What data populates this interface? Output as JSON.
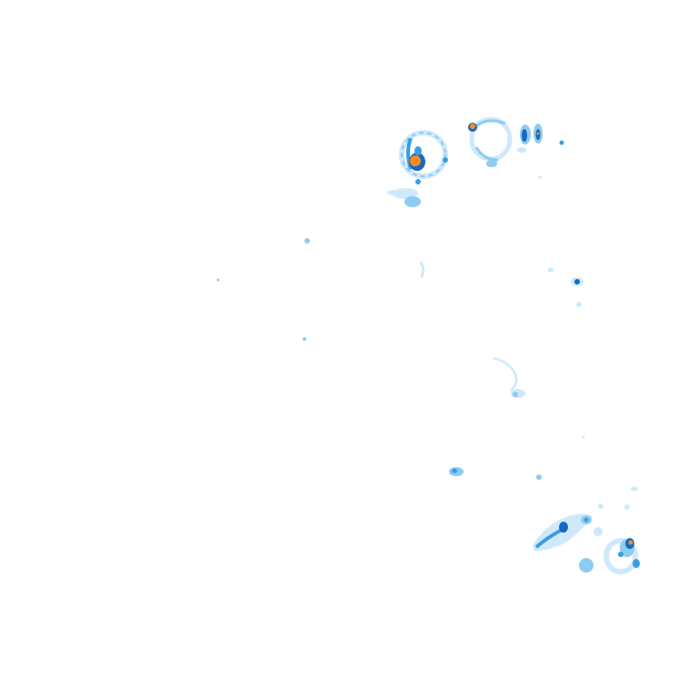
{
  "radar_overlay": {
    "background": "#ffffff",
    "palette": {
      "light": "#cfe9fb",
      "medium": "#8ccbf2",
      "strong": "#3a9de0",
      "intense": "#1469c4",
      "extreme": "#ff8a1c"
    },
    "echo_clusters": [
      "cluster-north-left-ring",
      "cluster-north-center-ring",
      "cluster-north-right-cells",
      "cluster-mid-right-cell",
      "cluster-center-scatter",
      "cluster-south-center-cell",
      "cluster-south-east-complex"
    ]
  }
}
